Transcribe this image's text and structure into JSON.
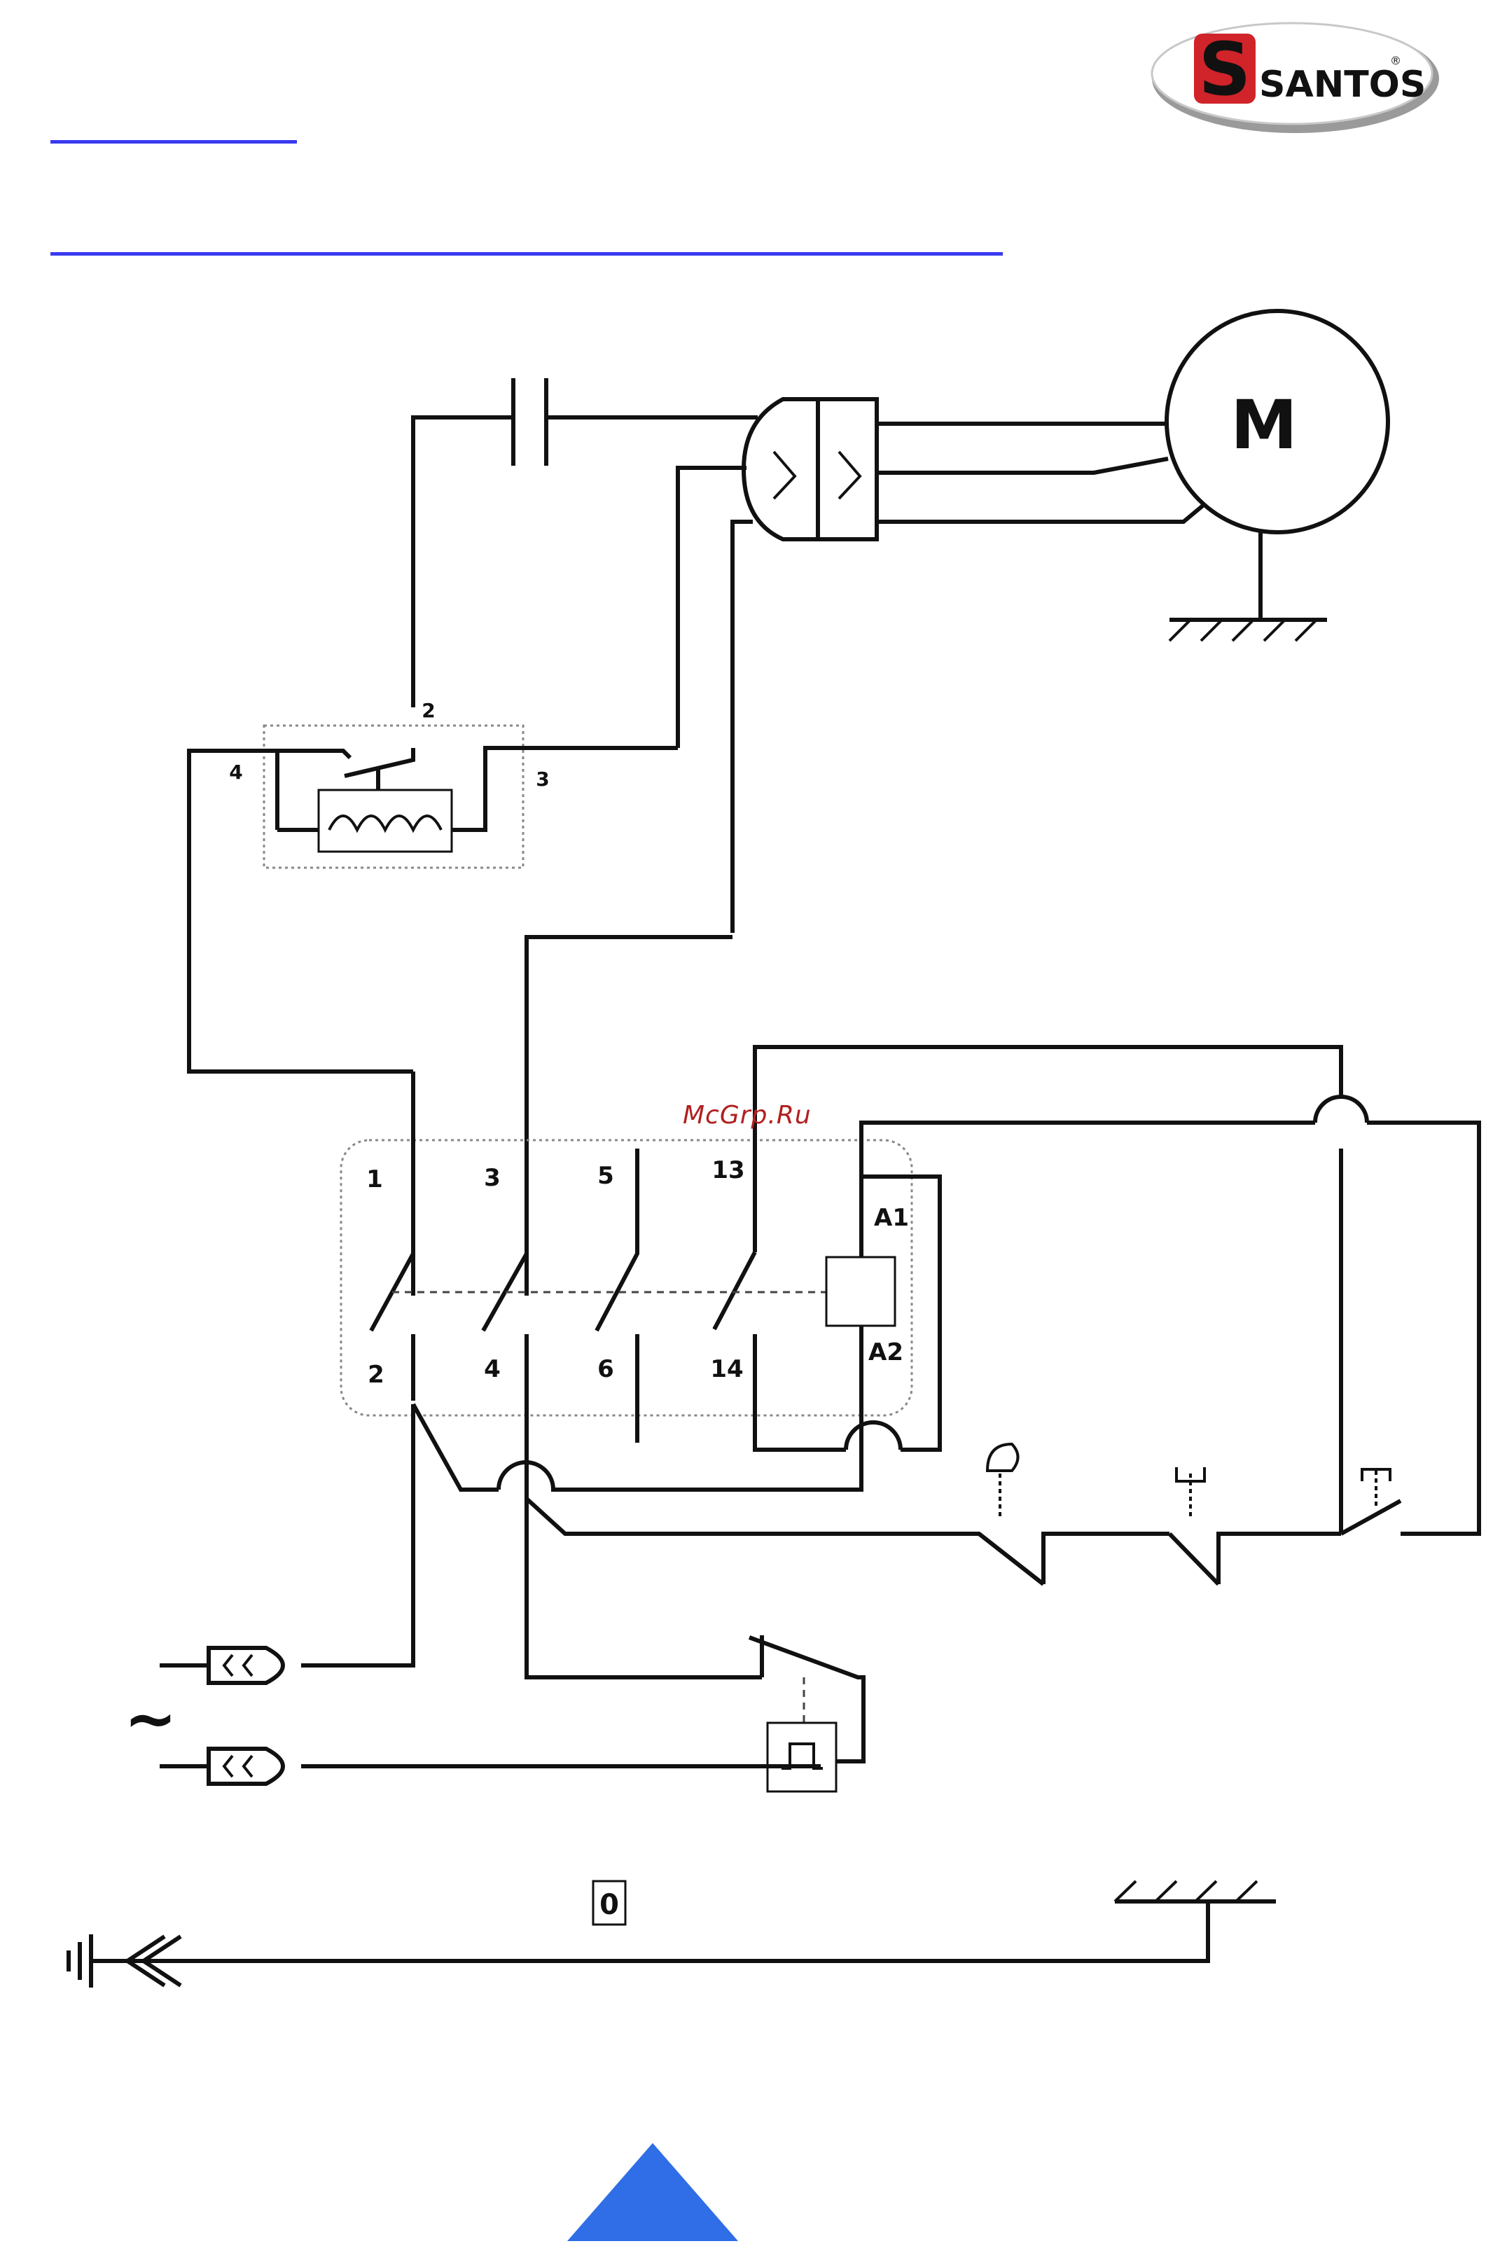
{
  "brand": {
    "name": "SANTOS",
    "initial": "S",
    "registered": "®"
  },
  "watermark": "McGrp.Ru",
  "diagram": {
    "motor_label": "M",
    "thermal_terminals": {
      "t2": "2",
      "t3": "3",
      "t4": "4"
    },
    "contactor_terminals": {
      "top": [
        "1",
        "3",
        "5",
        "13"
      ],
      "bottom": [
        "2",
        "4",
        "6",
        "14"
      ],
      "coil_a1": "A1",
      "coil_a2": "A2"
    },
    "mains_symbol": "~",
    "earth_box_label": "0"
  },
  "nav": {
    "up_icon": "triangle-up-icon"
  }
}
